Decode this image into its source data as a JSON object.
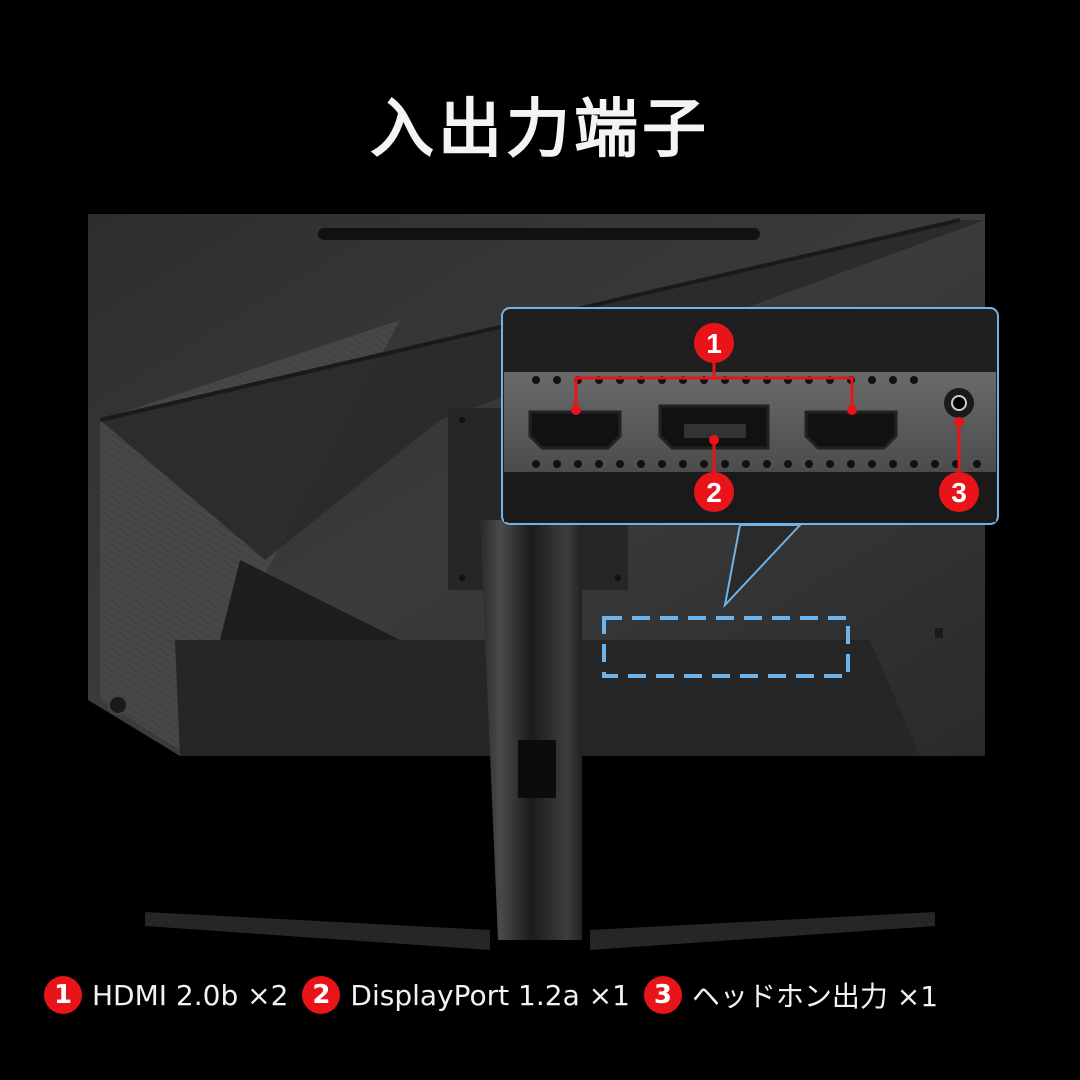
{
  "title": "入出力端子",
  "callout": {
    "markers": [
      {
        "number": "1",
        "port": "hdmi"
      },
      {
        "number": "2",
        "port": "displayport"
      },
      {
        "number": "3",
        "port": "headphone-jack"
      }
    ]
  },
  "legend": {
    "items": [
      {
        "number": "1",
        "label": "HDMI 2.0b ×2"
      },
      {
        "number": "2",
        "label": "DisplayPort 1.2a ×1"
      },
      {
        "number": "3",
        "label": "ヘッドホン出力 ×1"
      }
    ]
  },
  "colors": {
    "background": "#000000",
    "badge_red": "#e8141a",
    "callout_border": "#6fb3e8",
    "monitor_gray": "#3a3a3a"
  }
}
